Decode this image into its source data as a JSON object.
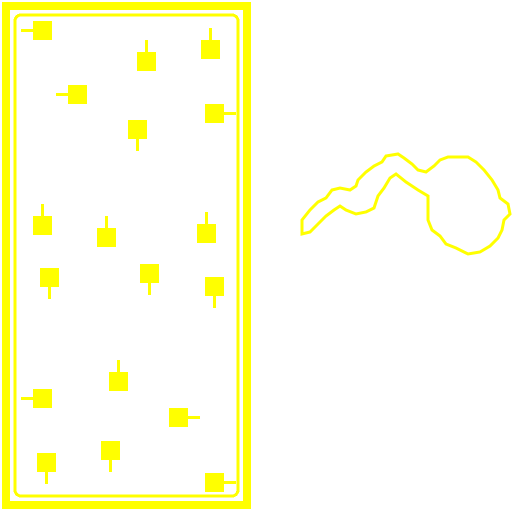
{
  "scene": {
    "background_color": "#ffffff",
    "accent_color": "#ffff00",
    "enclosure": {
      "kind": "arena-frame"
    },
    "tanks": [
      {
        "id": 1,
        "facing": "left"
      },
      {
        "id": 2,
        "facing": "up"
      },
      {
        "id": 3,
        "facing": "up"
      },
      {
        "id": 4,
        "facing": "left"
      },
      {
        "id": 5,
        "facing": "right"
      },
      {
        "id": 6,
        "facing": "down"
      },
      {
        "id": 7,
        "facing": "up"
      },
      {
        "id": 8,
        "facing": "up"
      },
      {
        "id": 9,
        "facing": "up"
      },
      {
        "id": 10,
        "facing": "down"
      },
      {
        "id": 11,
        "facing": "down"
      },
      {
        "id": 12,
        "facing": "down"
      },
      {
        "id": 13,
        "facing": "up"
      },
      {
        "id": 14,
        "facing": "left"
      },
      {
        "id": 15,
        "facing": "right"
      },
      {
        "id": 16,
        "facing": "down"
      },
      {
        "id": 17,
        "facing": "down"
      },
      {
        "id": 18,
        "facing": "right"
      }
    ],
    "outline_shape": {
      "kind": "blob-with-tail"
    }
  }
}
